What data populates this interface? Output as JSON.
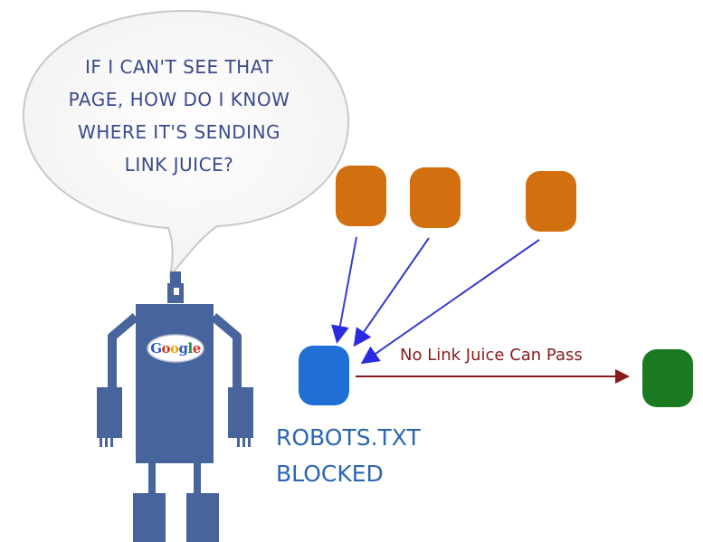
{
  "speech_bubble": {
    "lines": [
      "IF I CAN'T SEE THAT",
      "PAGE, HOW DO I KNOW",
      "WHERE IT'S SENDING",
      "LINK JUICE?"
    ]
  },
  "robot": {
    "logo_letters": [
      "G",
      "o",
      "o",
      "g",
      "l",
      "e"
    ]
  },
  "blocked_page": {
    "label_lines": [
      "ROBOTS.TXT",
      "BLOCKED"
    ]
  },
  "edge": {
    "label": "No Link Juice Can Pass"
  },
  "colors": {
    "linking_page": "#d2700f",
    "blocked_page": "#1f6fd6",
    "target_page": "#1a7a22",
    "robot_body": "#47649c",
    "link_arrow": "#3a3ad0",
    "blocked_arrow": "#8a1a1a",
    "bubble_text": "#3c4a8c"
  }
}
